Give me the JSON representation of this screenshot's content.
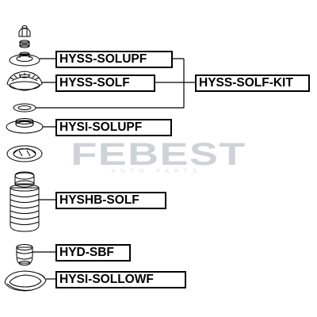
{
  "watermark": {
    "brand": "FEBEST",
    "tagline": "AUTO PARTS"
  },
  "labels": {
    "solupf": "HYSS-SOLUPF",
    "solf": "HYSS-SOLF",
    "kit": "HYSS-SOLF-KIT",
    "si_solupf": "HYSI-SOLUPF",
    "hb_solf": "HYSHB-SOLF",
    "sbf": "HYD-SBF",
    "si_sollowf": "HYSI-SOLLOWF"
  },
  "colors": {
    "line": "#000000",
    "watermark": "#cfd3d8"
  }
}
